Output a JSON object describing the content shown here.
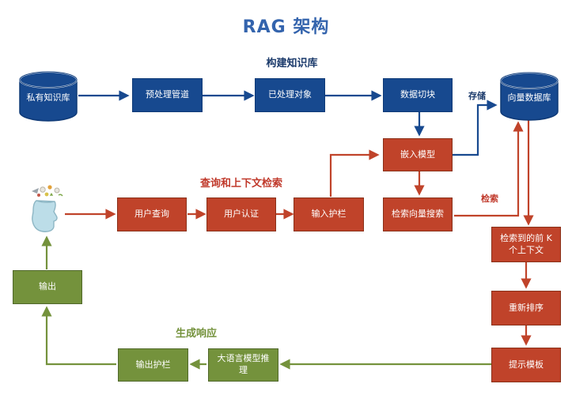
{
  "title": "RAG 架构",
  "sections": {
    "build": "构建知识库",
    "query": "查询和上下文检索",
    "generate": "生成响应"
  },
  "edge_labels": {
    "store": "存储",
    "retrieve": "检索"
  },
  "nodes": {
    "private_kb": "私有知识库",
    "preprocess": "预处理管道",
    "processed": "已处理对象",
    "chunking": "数据切块",
    "vector_db": "向量数据库",
    "embedding": "嵌入模型",
    "vector_search": "检索向量搜索",
    "user_query": "用户查询",
    "user_auth": "用户认证",
    "input_guard": "输入护栏",
    "top_k_context": "检索到的前 K 个上下文",
    "rerank": "重新排序",
    "prompt_template": "提示模板",
    "llm_inference": "大语言模型推理",
    "output_guard": "输出护栏",
    "output": "输出"
  },
  "icons": {
    "user_head": "thinking-head-icon"
  },
  "colors": {
    "blue": "#17498f",
    "blue_border": "#0f3a77",
    "red": "#c0432a",
    "red_border": "#8a3018",
    "green": "#74923c",
    "green_border": "#50682a",
    "title_blue": "#3464ad",
    "header_navy": "#1b3a6b",
    "header_red": "#c0392b",
    "head_fill": "#bcdde8"
  }
}
